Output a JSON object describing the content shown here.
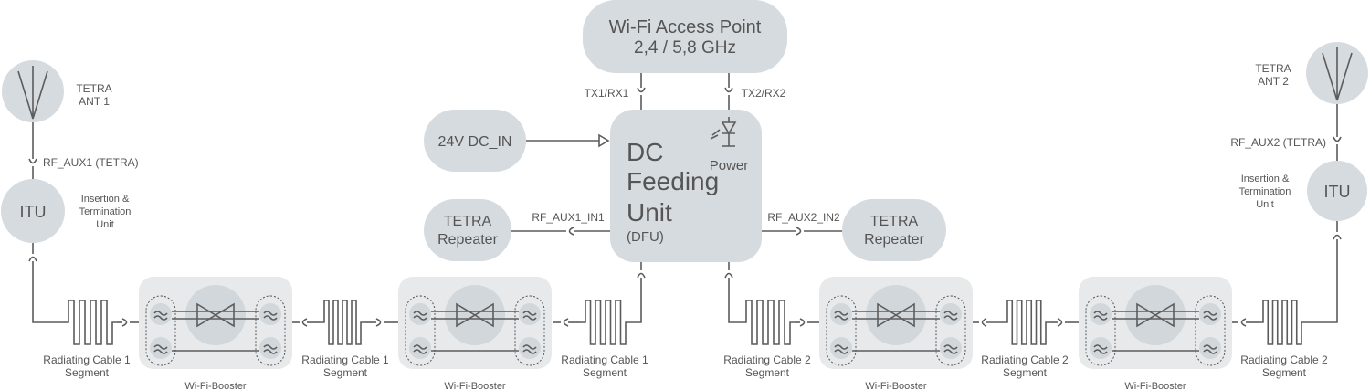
{
  "access_point": {
    "title": "Wi-Fi Access Point",
    "band": "2,4 / 5,8 GHz"
  },
  "dfu": {
    "line1": "DC",
    "line2": "Feeding",
    "line3": "Unit",
    "abbr": "(DFU)",
    "power_label": "Power"
  },
  "ports": {
    "tx1": "TX1/RX1",
    "tx2": "TX2/RX2",
    "aux1_in": "RF_AUX1_IN1",
    "aux2_in": "RF_AUX2_IN2",
    "rf_aux1": "RF_AUX1 (TETRA)",
    "rf_aux2": "RF_AUX2 (TETRA)"
  },
  "dc_in": "24V DC_IN",
  "repeater": {
    "line1": "TETRA",
    "line2": "Repeater"
  },
  "ant1": {
    "line1": "TETRA",
    "line2": "ANT 1"
  },
  "ant2": {
    "line1": "TETRA",
    "line2": "ANT 2"
  },
  "itu": {
    "label": "ITU",
    "desc1": "Insertion &",
    "desc2": "Termination",
    "desc3": "Unit"
  },
  "cable1": {
    "line1": "Radiating Cable 1",
    "line2": "Segment"
  },
  "cable2": {
    "line1": "Radiating Cable 2",
    "line2": "Segment"
  },
  "booster": "Wi-Fi-Booster",
  "colors": {
    "block": "#d6dbdf",
    "line": "#5c5c5c",
    "booster_bg": "#e7e9ea"
  }
}
